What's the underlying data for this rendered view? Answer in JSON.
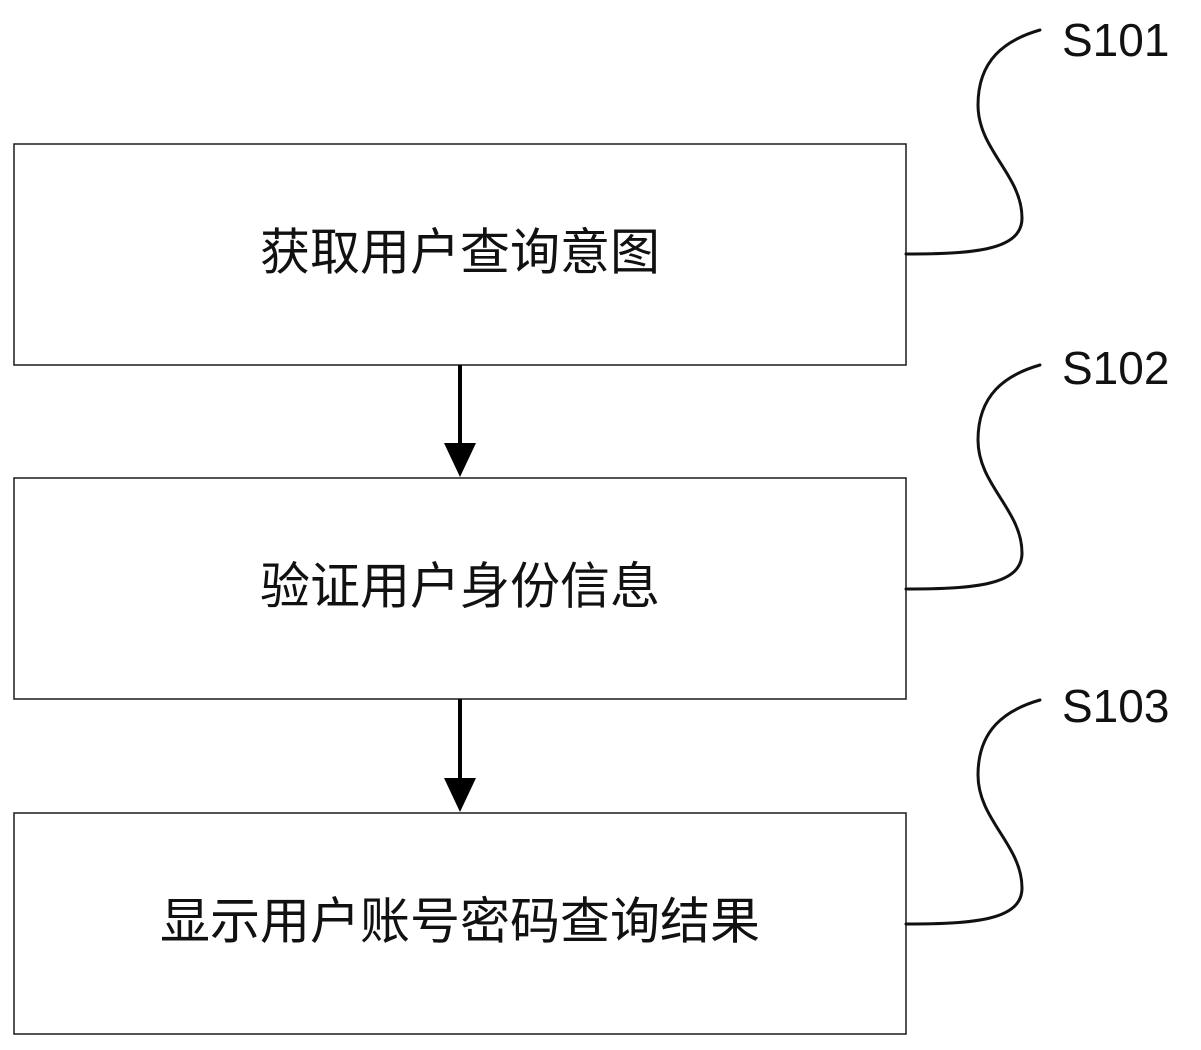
{
  "steps": [
    {
      "id": "S101",
      "text": "获取用户查询意图"
    },
    {
      "id": "S102",
      "text": "验证用户身份信息"
    },
    {
      "id": "S103",
      "text": "显示用户账号密码查询结果"
    }
  ],
  "colors": {
    "stroke": "#1a1a1a",
    "text": "#111111",
    "arrow": "#000000",
    "background": "#ffffff"
  }
}
